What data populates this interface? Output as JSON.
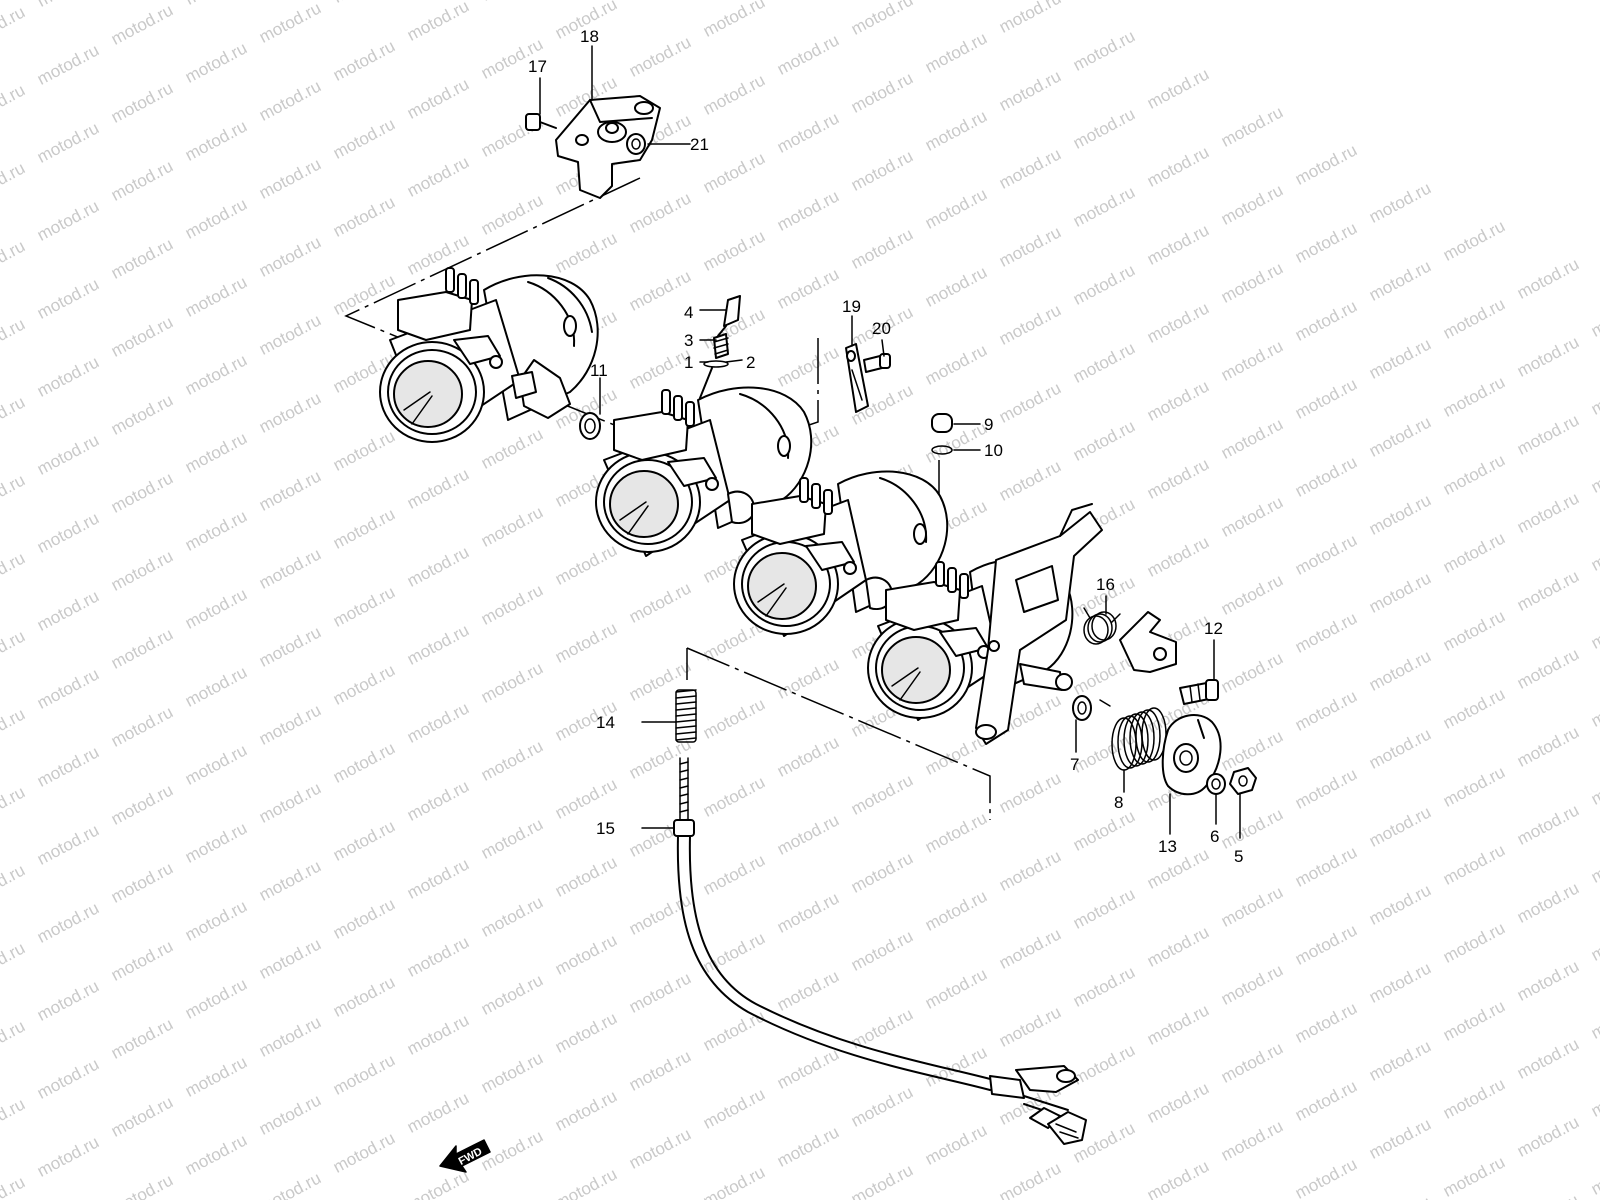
{
  "watermark": {
    "text": "motod.ru",
    "color": "#c9c9c9"
  },
  "direction_marker": {
    "text": "FWD",
    "icon": "fwd-arrow-icon"
  },
  "callouts": [
    {
      "id": "17",
      "text": "17"
    },
    {
      "id": "18",
      "text": "18"
    },
    {
      "id": "21",
      "text": "21"
    },
    {
      "id": "4",
      "text": "4"
    },
    {
      "id": "3",
      "text": "3"
    },
    {
      "id": "1",
      "text": "1"
    },
    {
      "id": "2",
      "text": "2"
    },
    {
      "id": "11",
      "text": "11"
    },
    {
      "id": "19",
      "text": "19"
    },
    {
      "id": "20",
      "text": "20"
    },
    {
      "id": "9",
      "text": "9"
    },
    {
      "id": "10",
      "text": "10"
    },
    {
      "id": "16",
      "text": "16"
    },
    {
      "id": "12",
      "text": "12"
    },
    {
      "id": "14",
      "text": "14"
    },
    {
      "id": "15",
      "text": "15"
    },
    {
      "id": "7",
      "text": "7"
    },
    {
      "id": "8",
      "text": "8"
    },
    {
      "id": "13",
      "text": "13"
    },
    {
      "id": "6",
      "text": "6"
    },
    {
      "id": "5",
      "text": "5"
    }
  ]
}
